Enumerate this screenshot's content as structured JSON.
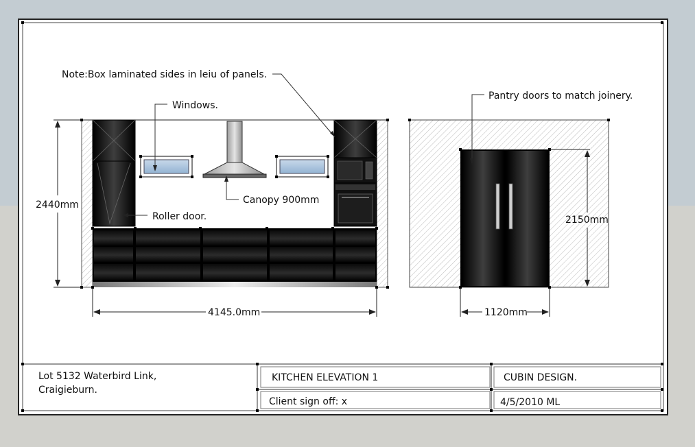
{
  "drawing": {
    "annotations": {
      "note": "Note:Box laminated sides in leiu of panels.",
      "windows": "Windows.",
      "canopy": "Canopy 900mm",
      "roller_door": "Roller door.",
      "pantry": "Pantry doors to match joinery."
    },
    "dimensions": {
      "height_main": "2440mm",
      "width_main": "4145.0mm",
      "height_pantry": "2150mm",
      "width_pantry": "1120mm"
    }
  },
  "title_block": {
    "address_line1": "Lot 5132 Waterbird Link,",
    "address_line2": "Craigieburn.",
    "title": "KITCHEN ELEVATION 1",
    "sign_off": "Client sign off: x",
    "company": "CUBIN DESIGN.",
    "date_author": "4/5/2010  ML"
  },
  "colors": {
    "sky": "#c3ccd2",
    "ground": "#d1d1cc",
    "cabinet": "#0c0c0c",
    "window_glass": "#a9c4dc",
    "canopy": "#bdbdbd"
  }
}
